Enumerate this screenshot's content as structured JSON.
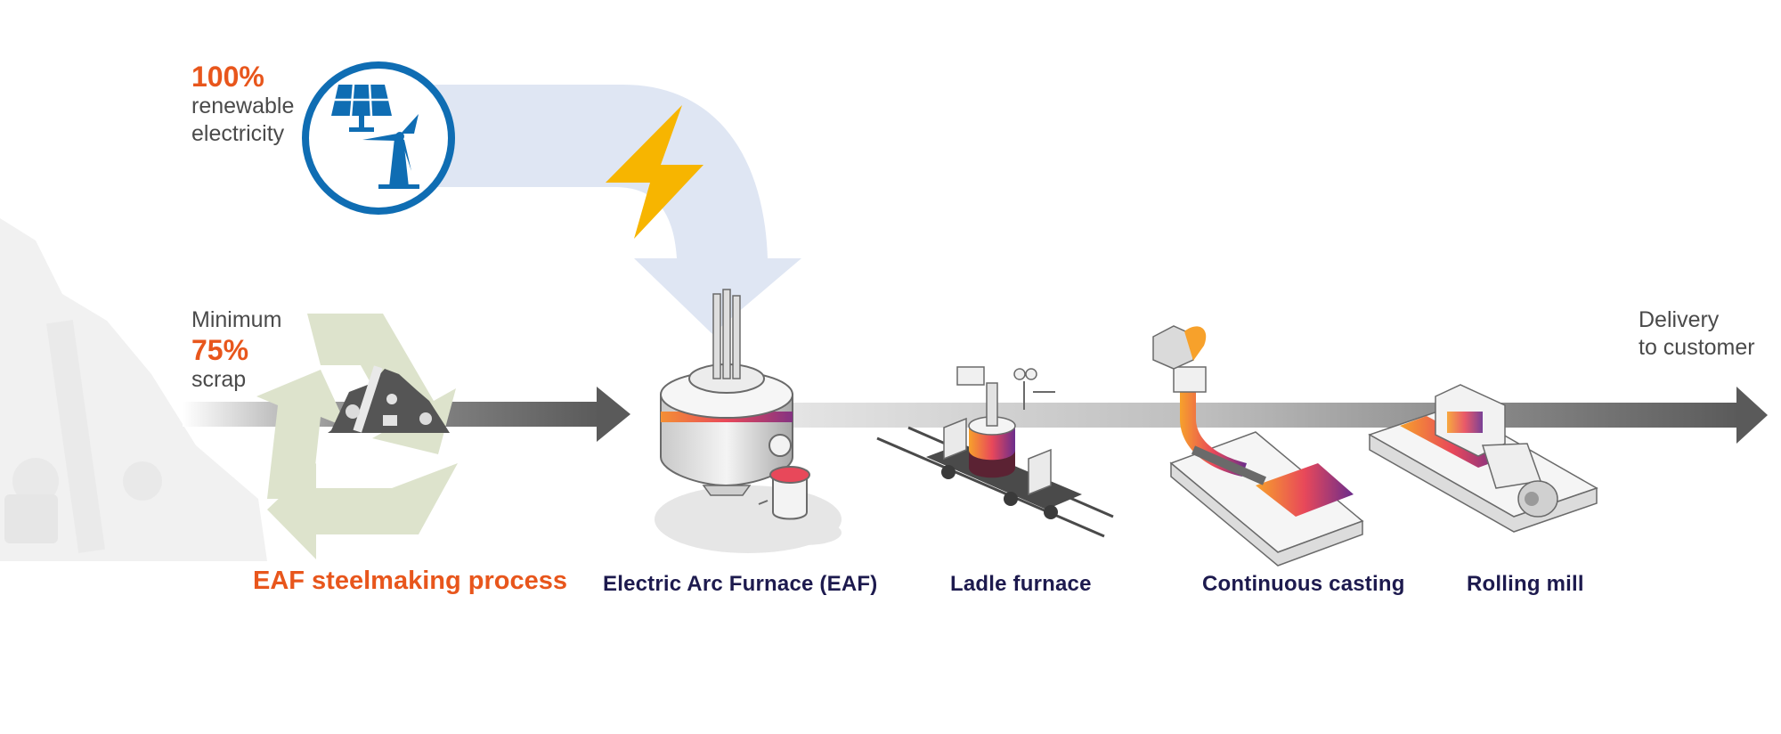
{
  "renewable": {
    "percent": "100%",
    "line1": "renewable",
    "line2": "electricity"
  },
  "scrap": {
    "prefix": "Minimum",
    "percent": "75%",
    "suffix": "scrap"
  },
  "delivery": {
    "line1": "Delivery",
    "line2": "to customer"
  },
  "process_title": "EAF steelmaking process",
  "steps": [
    {
      "label": "Electric Arc Furnace (EAF)"
    },
    {
      "label": "Ladle furnace"
    },
    {
      "label": "Continuous casting"
    },
    {
      "label": "Rolling mill"
    }
  ],
  "icons": [
    "solar-panel-icon",
    "wind-turbine-icon",
    "lightning-bolt-icon",
    "recycle-icon",
    "scrap-pile-icon"
  ],
  "colors": {
    "accent_orange": "#e8561c",
    "step_navy": "#1d1a4e",
    "energy_blue": "#0f6db3",
    "energy_arrow": "#dfe6f3",
    "bolt_yellow": "#f7b500",
    "recycle_green": "#dde3cc",
    "flow_arrow_dark": "#5a5a5a"
  }
}
